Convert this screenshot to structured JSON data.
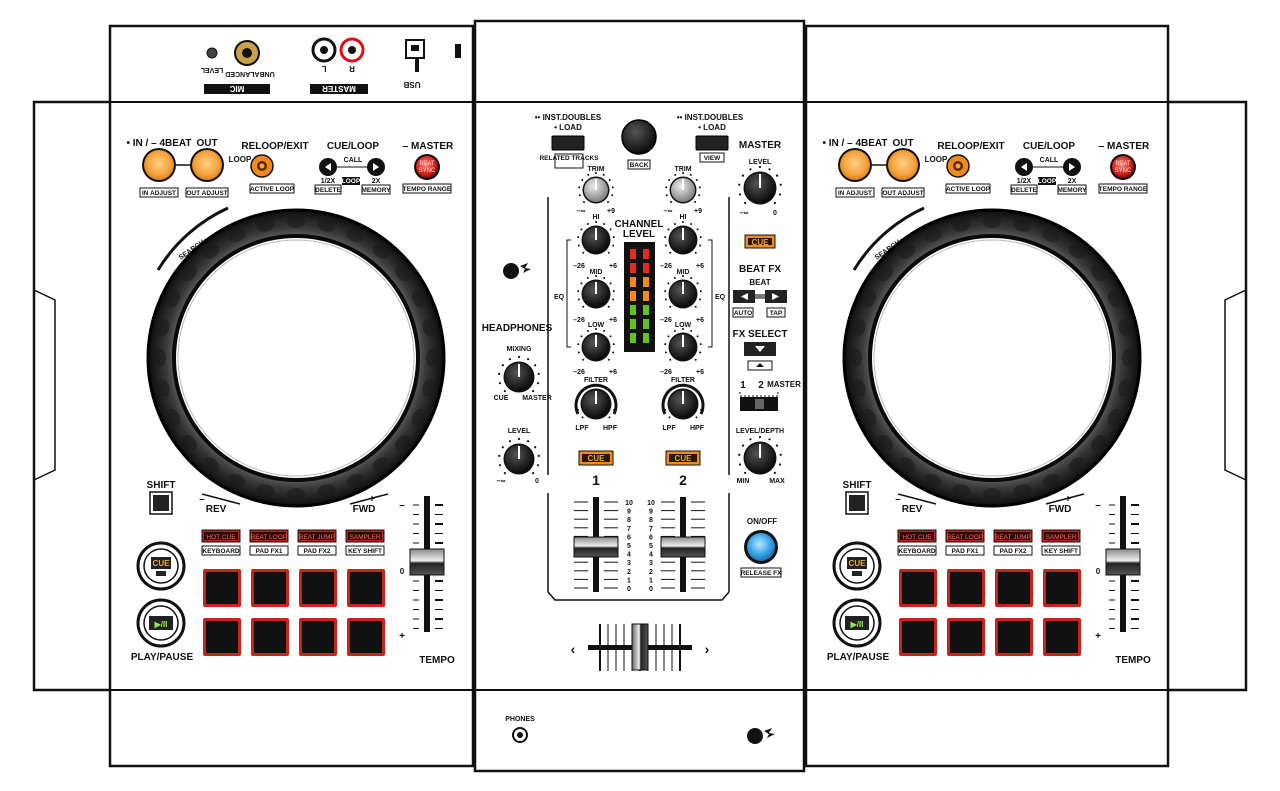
{
  "colors": {
    "orange": "#f5a33a",
    "red_pad_border": "#c7241c",
    "cue_orange": "#f08a1d",
    "vu_red": "#e52b20",
    "vu_orange": "#f38a18",
    "vu_green": "#62c21f",
    "onoff_blue": "#3ba7ea"
  },
  "top_panel": {
    "mic_label": "MIC",
    "mic_level": "LEVEL",
    "mic_unbalanced": "UNBALANCED",
    "master_label": "MASTER",
    "master_l": "L",
    "master_r": "R",
    "usb_label": "USB"
  },
  "deck": {
    "in_label": "• IN / – 4BEAT",
    "out_label": "OUT",
    "reloop_label": "RELOOP/EXIT",
    "loop_label": "LOOP",
    "cue_loop_label": "CUE/LOOP",
    "call_label": "CALL",
    "half_label": "1/2X",
    "loop_small": "LOOP",
    "twox_label": "2X",
    "master_label": "– MASTER",
    "beat_sync": "BEAT SYNC",
    "in_adjust": "IN ADJUST",
    "out_adjust": "OUT ADJUST",
    "active_loop": "ACTIVE LOOP",
    "delete": "DELETE",
    "memory": "MEMORY",
    "tempo_range": "TEMPO RANGE",
    "search": "SEARCH ▸",
    "shift": "SHIFT",
    "rev": "REV",
    "fwd": "FWD",
    "minus": "–",
    "plus": "+",
    "pad_modes": [
      "HOT CUE",
      "BEAT LOOP",
      "BEAT JUMP",
      "SAMPLER"
    ],
    "pad_shift": [
      "KEYBOARD",
      "PAD FX1",
      "PAD FX2",
      "KEY SHIFT"
    ],
    "cue_btn": "CUE",
    "play_btn": "▶/II",
    "play_pause": "PLAY/PAUSE",
    "tempo": "TEMPO",
    "tempo_zero": "0",
    "tempo_minus": "–",
    "tempo_plus": "+"
  },
  "mixer": {
    "inst_doubles": "•• INST.DOUBLES",
    "load": "• LOAD",
    "related_tracks": "RELATED TRACKS",
    "back": "BACK",
    "view": "VIEW",
    "trim": "TRIM",
    "minus_inf": "–∞",
    "plus9": "+9",
    "hi": "HI",
    "mid": "MID",
    "low": "LOW",
    "eq": "EQ",
    "m26": "–26",
    "p6": "+6",
    "channel_level": "CHANNEL",
    "channel_level2": "LEVEL",
    "filter": "FILTER",
    "lpf": "LPF",
    "hpf": "HPF",
    "cue": "CUE",
    "ch1": "1",
    "ch2": "2",
    "fader_scale": [
      "10",
      "9",
      "8",
      "7",
      "6",
      "5",
      "4",
      "3",
      "2",
      "1",
      "0"
    ],
    "headphones": "HEADPHONES",
    "mixing": "MIXING",
    "cue_label": "CUE",
    "master_small": "MASTER",
    "level": "LEVEL",
    "zero": "0",
    "master": "MASTER",
    "master_level": "LEVEL",
    "beat_fx": "BEAT FX",
    "beat": "BEAT",
    "auto": "AUTO",
    "tap": "TAP",
    "fx_select": "FX SELECT",
    "fx_1": "1",
    "fx_2": "2",
    "fx_master": "MASTER",
    "level_depth": "LEVEL/DEPTH",
    "min": "MIN",
    "max": "MAX",
    "on_off": "ON/OFF",
    "release_fx": "RELEASE FX",
    "phones": "PHONES",
    "xf_left": "‹",
    "xf_right": "›"
  }
}
